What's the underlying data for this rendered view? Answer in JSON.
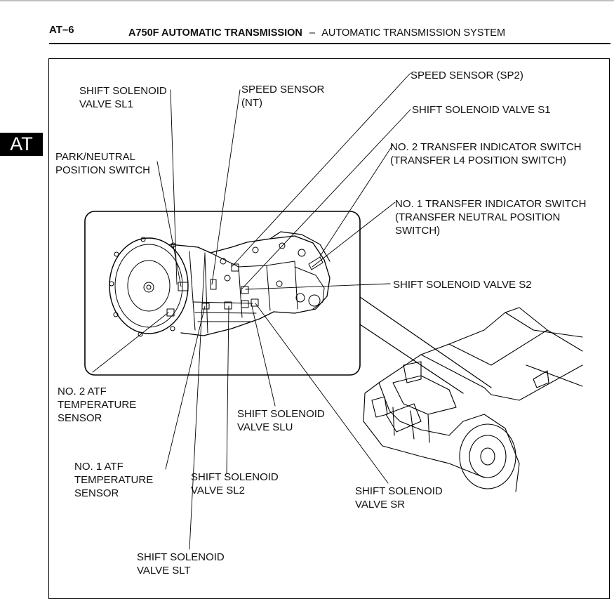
{
  "header": {
    "page_number": "AT–6",
    "title": "A750F AUTOMATIC TRANSMISSION",
    "separator": "–",
    "subtitle": "AUTOMATIC TRANSMISSION SYSTEM"
  },
  "side_tab": "AT",
  "labels": {
    "shift_solenoid_sl1": {
      "line1": "SHIFT SOLENOID",
      "line2": "VALVE SL1"
    },
    "speed_sensor_nt": {
      "line1": "SPEED SENSOR",
      "line2": "(NT)"
    },
    "speed_sensor_sp2": "SPEED SENSOR (SP2)",
    "shift_solenoid_s1": "SHIFT SOLENOID VALVE S1",
    "park_neutral_switch": {
      "line1": "PARK/NEUTRAL",
      "line2": "POSITION SWITCH"
    },
    "transfer_switch_no2": {
      "line1": "NO. 2 TRANSFER INDICATOR SWITCH",
      "line2": "(TRANSFER L4 POSITION SWITCH)"
    },
    "transfer_switch_no1": {
      "line1": "NO. 1 TRANSFER INDICATOR SWITCH",
      "line2": "(TRANSFER NEUTRAL POSITION",
      "line3": "SWITCH)"
    },
    "shift_solenoid_s2": "SHIFT SOLENOID VALVE S2",
    "atf_temp_sensor_no2": {
      "line1": "NO. 2 ATF",
      "line2": "TEMPERATURE",
      "line3": "SENSOR"
    },
    "shift_solenoid_slu": {
      "line1": "SHIFT SOLENOID",
      "line2": "VALVE SLU"
    },
    "atf_temp_sensor_no1": {
      "line1": "NO. 1 ATF",
      "line2": "TEMPERATURE",
      "line3": "SENSOR"
    },
    "shift_solenoid_sl2": {
      "line1": "SHIFT SOLENOID",
      "line2": "VALVE SL2"
    },
    "shift_solenoid_sr": {
      "line1": "SHIFT SOLENOID",
      "line2": "VALVE SR"
    },
    "shift_solenoid_slt": {
      "line1": "SHIFT SOLENOID",
      "line2": "VALVE SLT"
    }
  }
}
